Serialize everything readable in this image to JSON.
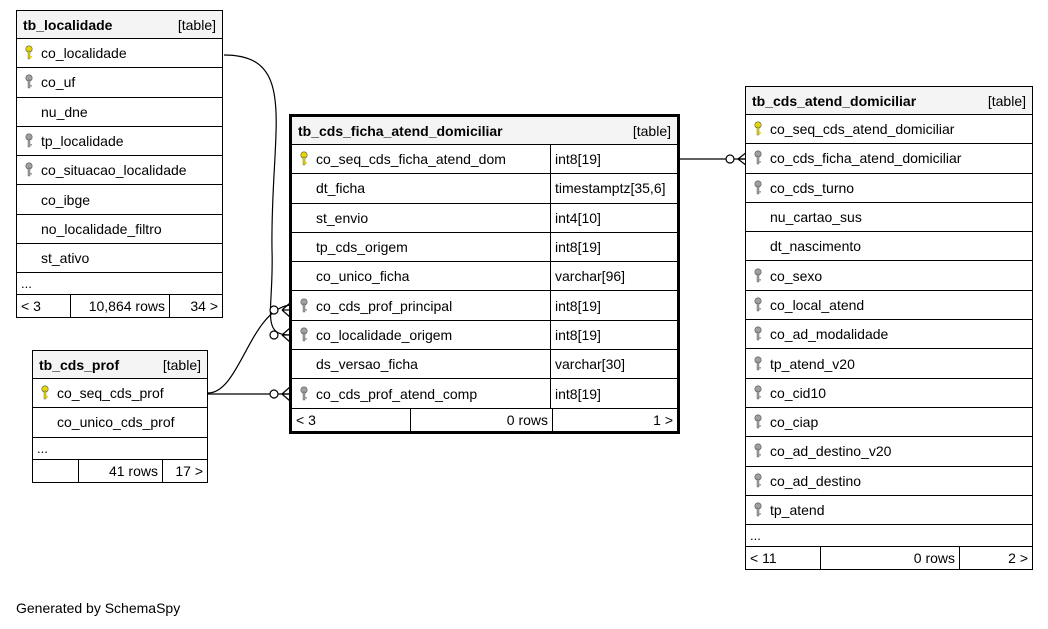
{
  "tables": {
    "localidade": {
      "name": "tb_localidade",
      "kind": "[table]",
      "columns": [
        {
          "name": "co_localidade",
          "key": "pk"
        },
        {
          "name": "co_uf",
          "key": "fk"
        },
        {
          "name": "nu_dne",
          "key": "none"
        },
        {
          "name": "tp_localidade",
          "key": "fk"
        },
        {
          "name": "co_situacao_localidade",
          "key": "fk"
        },
        {
          "name": "co_ibge",
          "key": "none"
        },
        {
          "name": "no_localidade_filtro",
          "key": "none"
        },
        {
          "name": "st_ativo",
          "key": "none"
        }
      ],
      "more": "...",
      "parents": "< 3",
      "rows": "10,864 rows",
      "children": "34 >"
    },
    "cds_prof": {
      "name": "tb_cds_prof",
      "kind": "[table]",
      "columns": [
        {
          "name": "co_seq_cds_prof",
          "key": "pk"
        },
        {
          "name": "co_unico_cds_prof",
          "key": "none"
        }
      ],
      "more": "...",
      "parents": "",
      "rows": "41 rows",
      "children": "17 >"
    },
    "ficha": {
      "name": "tb_cds_ficha_atend_domiciliar",
      "kind": "[table]",
      "columns": [
        {
          "name": "co_seq_cds_ficha_atend_dom",
          "type": "int8[19]",
          "key": "pk"
        },
        {
          "name": "dt_ficha",
          "type": "timestamptz[35,6]",
          "key": "none"
        },
        {
          "name": "st_envio",
          "type": "int4[10]",
          "key": "none"
        },
        {
          "name": "tp_cds_origem",
          "type": "int8[19]",
          "key": "none"
        },
        {
          "name": "co_unico_ficha",
          "type": "varchar[96]",
          "key": "none"
        },
        {
          "name": "co_cds_prof_principal",
          "type": "int8[19]",
          "key": "fk"
        },
        {
          "name": "co_localidade_origem",
          "type": "int8[19]",
          "key": "fk"
        },
        {
          "name": "ds_versao_ficha",
          "type": "varchar[30]",
          "key": "none"
        },
        {
          "name": "co_cds_prof_atend_comp",
          "type": "int8[19]",
          "key": "fk"
        }
      ],
      "parents": "< 3",
      "rows": "0 rows",
      "children": "1 >"
    },
    "atend": {
      "name": "tb_cds_atend_domiciliar",
      "kind": "[table]",
      "columns": [
        {
          "name": "co_seq_cds_atend_domiciliar",
          "key": "pk"
        },
        {
          "name": "co_cds_ficha_atend_domiciliar",
          "key": "fk"
        },
        {
          "name": "co_cds_turno",
          "key": "fk"
        },
        {
          "name": "nu_cartao_sus",
          "key": "none"
        },
        {
          "name": "dt_nascimento",
          "key": "none"
        },
        {
          "name": "co_sexo",
          "key": "fk"
        },
        {
          "name": "co_local_atend",
          "key": "fk"
        },
        {
          "name": "co_ad_modalidade",
          "key": "fk"
        },
        {
          "name": "tp_atend_v20",
          "key": "fk"
        },
        {
          "name": "co_cid10",
          "key": "fk"
        },
        {
          "name": "co_ciap",
          "key": "fk"
        },
        {
          "name": "co_ad_destino_v20",
          "key": "fk"
        },
        {
          "name": "co_ad_destino",
          "key": "fk"
        },
        {
          "name": "tp_atend",
          "key": "fk"
        }
      ],
      "more": "...",
      "parents": "< 11",
      "rows": "0 rows",
      "children": "2 >"
    }
  },
  "footer": {
    "credit": "Generated by SchemaSpy"
  },
  "colors": {
    "pk": "#e8d800",
    "fk": "#a0a0a0",
    "line": "#000000"
  }
}
